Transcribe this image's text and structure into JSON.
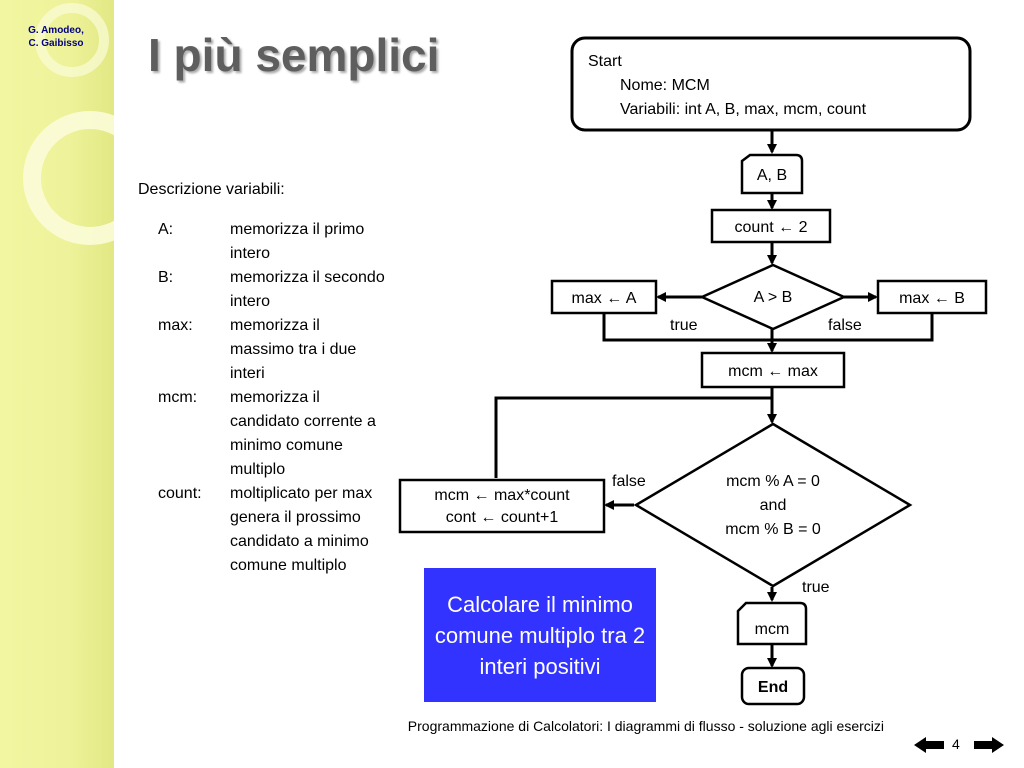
{
  "author": {
    "line1": "G. Amodeo,",
    "line2": "C. Gaibisso"
  },
  "slide": {
    "title": "I più semplici"
  },
  "descrizione": {
    "heading": "Descrizione variabili:",
    "items": [
      {
        "name": "A:",
        "desc": "memorizza il primo intero"
      },
      {
        "name": "B:",
        "desc": "memorizza il secondo intero"
      },
      {
        "name": "max:",
        "desc": "memorizza il massimo tra i due interi"
      },
      {
        "name": "mcm:",
        "desc": "memorizza il candidato corrente a minimo comune multiplo"
      },
      {
        "name": "count:",
        "desc": "moltiplicato per max genera il prossimo candidato a minimo comune multiplo"
      }
    ]
  },
  "flowchart": {
    "start": {
      "line1": "Start",
      "line2": "Nome: MCM",
      "line3": "Variabili:  int A, B, max, mcm, count"
    },
    "input": "A, B",
    "count_init": "count ← 2",
    "cond1": "A > B",
    "max_a": "max ← A",
    "max_b": "max ← B",
    "true_label": "true",
    "false_label": "false",
    "mcm_assign": "mcm ← max",
    "cond2": {
      "line1": "mcm % A = 0",
      "line2": "and",
      "line3": "mcm % B = 0"
    },
    "loop_false_label": "false",
    "loop_true_label": "true",
    "update": {
      "line1": "mcm ← max*count",
      "line2": "cont ← count+1"
    },
    "output": "mcm",
    "end": "End"
  },
  "callout": {
    "text": "Calcolare il minimo comune multiplo tra 2 interi positivi"
  },
  "footer": {
    "text": "Programmazione di Calcolatori: I diagrammi di flusso - soluzione agli esercizi",
    "page": "4"
  },
  "colors": {
    "callout": "#3333ff",
    "title": "#5e5e5e",
    "author": "#000080",
    "sidebar": "#eef29a"
  }
}
